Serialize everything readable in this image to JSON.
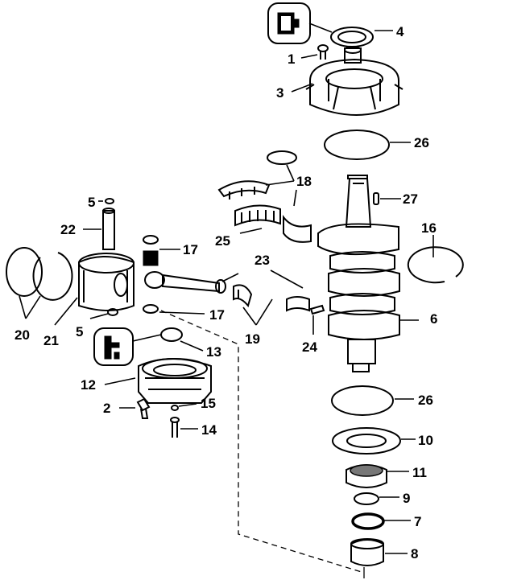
{
  "diagram": {
    "callouts": [
      {
        "id": "p4",
        "text": "4"
      },
      {
        "id": "p1",
        "text": "1"
      },
      {
        "id": "p3",
        "text": "3"
      },
      {
        "id": "p26a",
        "text": "26"
      },
      {
        "id": "p18",
        "text": "18"
      },
      {
        "id": "p27",
        "text": "27"
      },
      {
        "id": "p5a",
        "text": "5"
      },
      {
        "id": "p22",
        "text": "22"
      },
      {
        "id": "p25",
        "text": "25"
      },
      {
        "id": "p16",
        "text": "16"
      },
      {
        "id": "p17a",
        "text": "17"
      },
      {
        "id": "p23",
        "text": "23"
      },
      {
        "id": "p20",
        "text": "20"
      },
      {
        "id": "p21",
        "text": "21"
      },
      {
        "id": "p5b",
        "text": "5"
      },
      {
        "id": "p17b",
        "text": "17"
      },
      {
        "id": "p6",
        "text": "6"
      },
      {
        "id": "p19",
        "text": "19"
      },
      {
        "id": "p13",
        "text": "13"
      },
      {
        "id": "p24",
        "text": "24"
      },
      {
        "id": "p12",
        "text": "12"
      },
      {
        "id": "p2",
        "text": "2"
      },
      {
        "id": "p15",
        "text": "15"
      },
      {
        "id": "p26b",
        "text": "26"
      },
      {
        "id": "p14",
        "text": "14"
      },
      {
        "id": "p10",
        "text": "10"
      },
      {
        "id": "p11",
        "text": "11"
      },
      {
        "id": "p9",
        "text": "9"
      },
      {
        "id": "p7",
        "text": "7"
      },
      {
        "id": "p8",
        "text": "8"
      }
    ]
  }
}
